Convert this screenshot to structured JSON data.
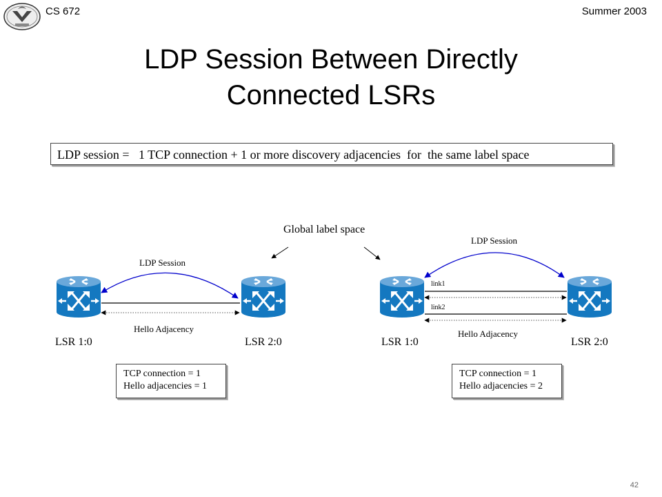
{
  "header": {
    "course": "CS 672",
    "term": "Summer 2003"
  },
  "title_line1": "LDP Session Between Directly",
  "title_line2": "Connected LSRs",
  "definition": "LDP session =   1 TCP connection + 1 or more discovery adjacencies  for  the same label space",
  "global_label": "Global label space",
  "left": {
    "session_label": "LDP Session",
    "adjacency_label": "Hello Adjacency",
    "router_a": "LSR 1:0",
    "router_b": "LSR 2:0",
    "tcp_line": "TCP connection  = 1",
    "hello_line": "Hello adjacencies = 1"
  },
  "right": {
    "session_label": "LDP Session",
    "link1": "link1",
    "link2": "link2",
    "adjacency_label": "Hello Adjacency",
    "router_a": "LSR 1:0",
    "router_b": "LSR 2:0",
    "tcp_line": "TCP connection  = 1",
    "hello_line": "Hello adjacencies = 2"
  },
  "page_number": "42",
  "colors": {
    "router_body": "#1478c0",
    "router_top": "#6aa8da",
    "session_arrow": "#0000cc"
  }
}
